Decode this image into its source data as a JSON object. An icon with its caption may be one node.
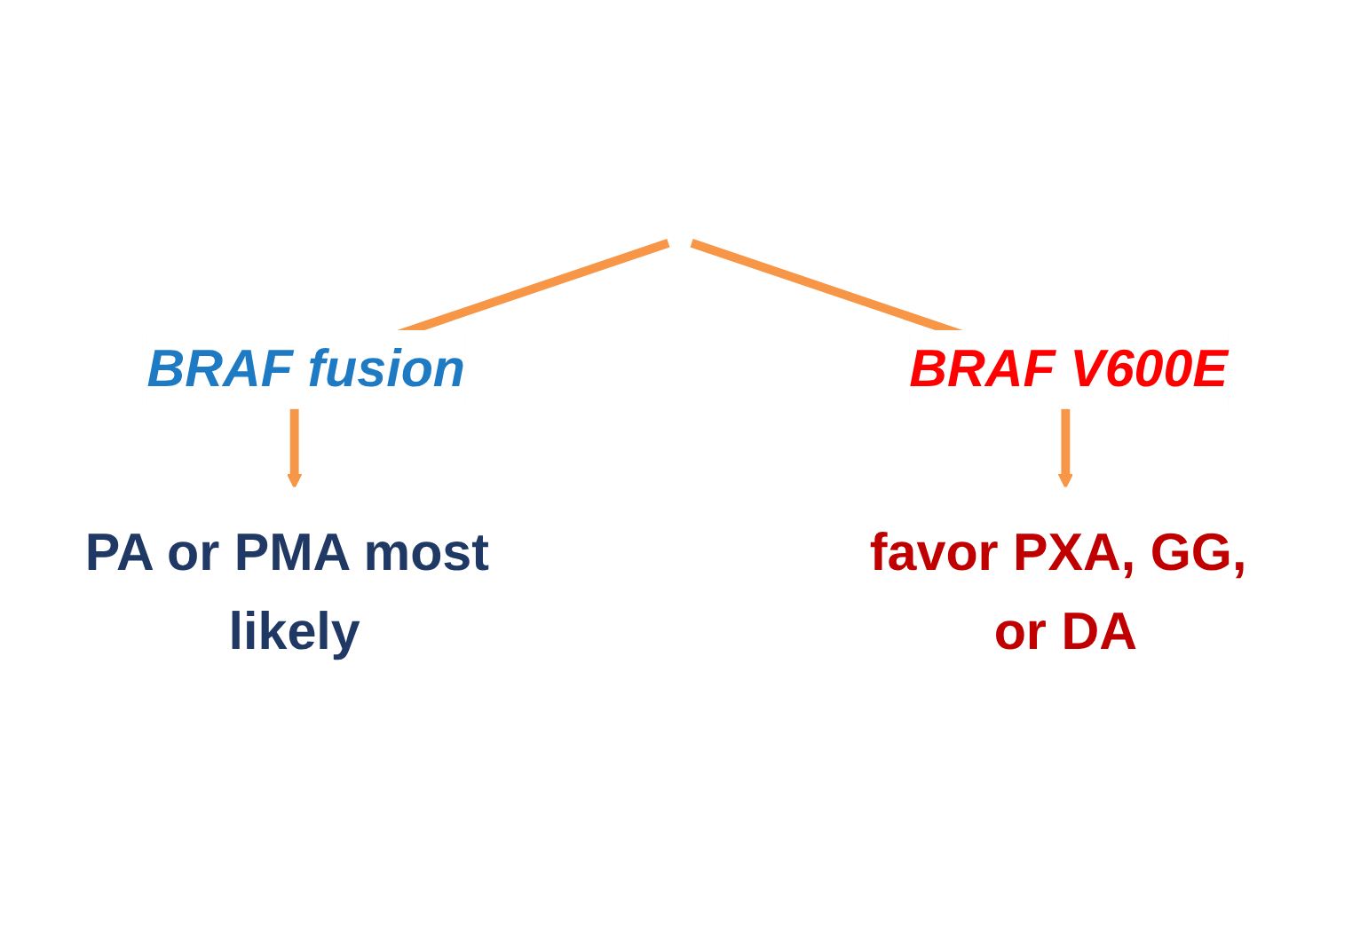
{
  "diagram": {
    "nodes": [
      {
        "text": [
          "PA or PMA most likely"
        ]
      },
      {
        "text": [
          "favor PXA, GG, or DA"
        ]
      }
    ],
    "edges": [
      {
        "from": null,
        "to": 0,
        "arrow": "to",
        "label": "BRAF fusion"
      },
      {
        "from": null,
        "to": 1,
        "arrow": "to",
        "label": "BRAF V600E"
      }
    ]
  }
}
